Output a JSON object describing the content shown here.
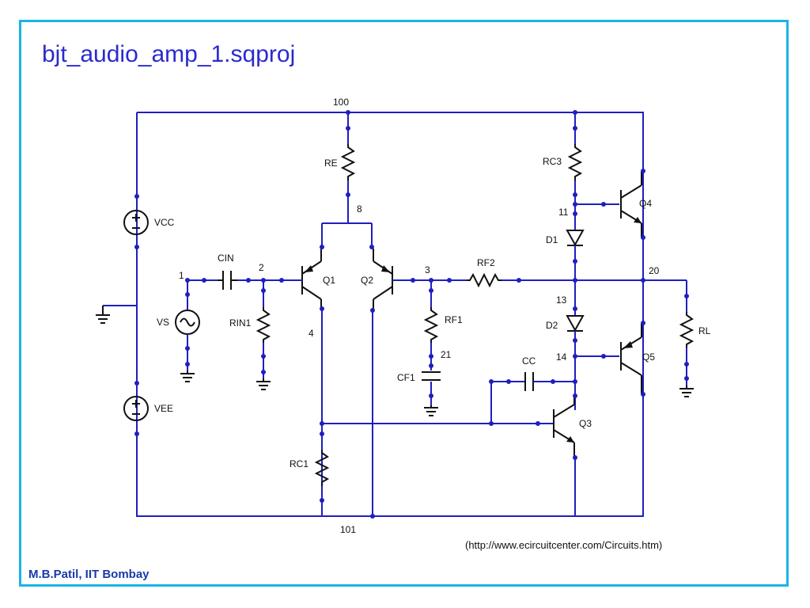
{
  "title": "bjt_audio_amp_1.sqproj",
  "footer": "M.B.Patil, IIT Bombay",
  "source_url": "(http://www.ecircuitcenter.com/Circuits.htm)",
  "labels": {
    "n100": "100",
    "n101": "101",
    "n8": "8",
    "n1": "1",
    "n2": "2",
    "n3": "3",
    "n4": "4",
    "n11": "11",
    "n13": "13",
    "n14": "14",
    "n20": "20",
    "n21": "21",
    "re": "RE",
    "rc3": "RC3",
    "rc1": "RC1",
    "rin1": "RIN1",
    "rf1": "RF1",
    "rf2": "RF2",
    "rl": "RL",
    "cin": "CIN",
    "cf1": "CF1",
    "cc": "CC",
    "vcc": "VCC",
    "vee": "VEE",
    "vs": "VS",
    "q1": "Q1",
    "q2": "Q2",
    "q3": "Q3",
    "q4": "Q4",
    "q5": "Q5",
    "d1": "D1",
    "d2": "D2"
  },
  "colors": {
    "wire": "#1f1fbf",
    "frame": "#1ab4e6",
    "title": "#2a2ad0"
  }
}
